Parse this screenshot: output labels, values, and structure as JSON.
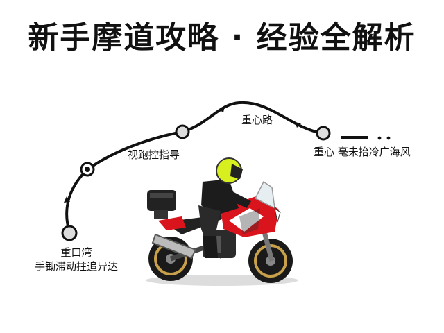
{
  "title": "新手摩道攻略 · 经验全解析",
  "path_labels": {
    "start_line1": "重口湾",
    "start_line2": "手锄滞动拄追异达",
    "node1": "视跑控指导",
    "node2": "重心路",
    "node3": "重心 毫未抬冷广海风"
  },
  "colors": {
    "path": "#111111",
    "helmet": "#d7ef1e",
    "bike_red": "#d9141c",
    "bike_dark": "#2b2b2b",
    "wheel_rim": "#c8a14a"
  },
  "icons": [
    "motorcycle-rider-illustration",
    "route-arrow-icon"
  ]
}
